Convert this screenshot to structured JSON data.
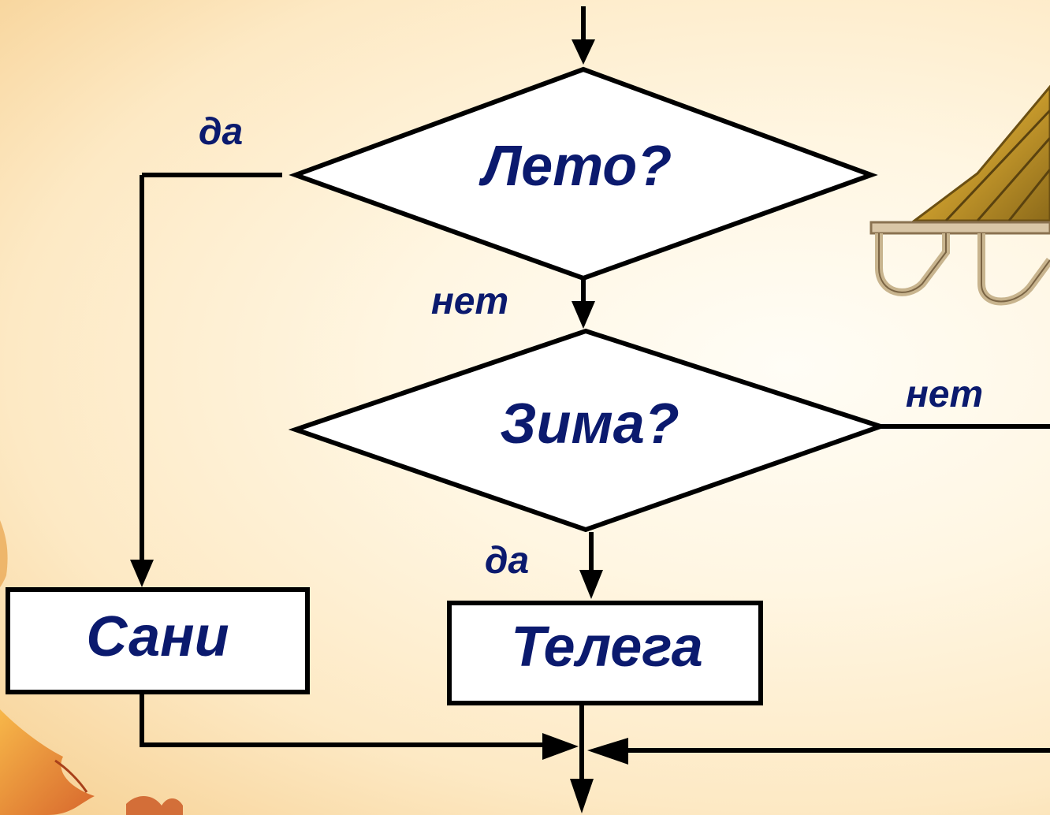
{
  "diagram": {
    "decisions": [
      {
        "id": "summer",
        "label": "Лето?"
      },
      {
        "id": "winter",
        "label": "Зима?"
      }
    ],
    "actions": [
      {
        "id": "sled",
        "label": "Сани"
      },
      {
        "id": "cart",
        "label": "Телега"
      }
    ],
    "branch_labels": {
      "summer_yes": "да",
      "summer_no": "нет",
      "winter_no": "нет",
      "winter_yes": "да"
    }
  },
  "colors": {
    "label_text": "#0b1a6e",
    "lines": "#000000",
    "shape_fill": "#ffffff"
  },
  "illustrations": [
    "sled-picture",
    "autumn-leaves-decoration"
  ]
}
